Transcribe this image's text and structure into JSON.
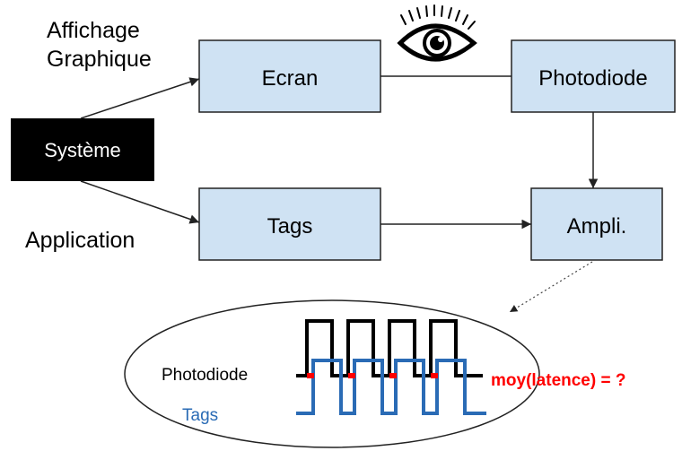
{
  "labels": {
    "affichage_line1": "Affichage",
    "affichage_line2": "Graphique",
    "application": "Application",
    "systeme": "Système",
    "photodiode_legend": "Photodiode",
    "tags_legend": "Tags",
    "result": "moy(latence) = ?"
  },
  "boxes": {
    "ecran": "Ecran",
    "photodiode": "Photodiode",
    "tags": "Tags",
    "ampli": "Ampli."
  },
  "colors": {
    "box_fill": "#cfe2f3",
    "box_stroke": "#222222",
    "system_fill": "#000000",
    "tags_signal": "#2a6bb5",
    "photodiode_signal": "#000000",
    "result_text": "#ff0000",
    "tags_text": "#2a6bb5"
  },
  "icons": {
    "eye": "eye-icon"
  }
}
